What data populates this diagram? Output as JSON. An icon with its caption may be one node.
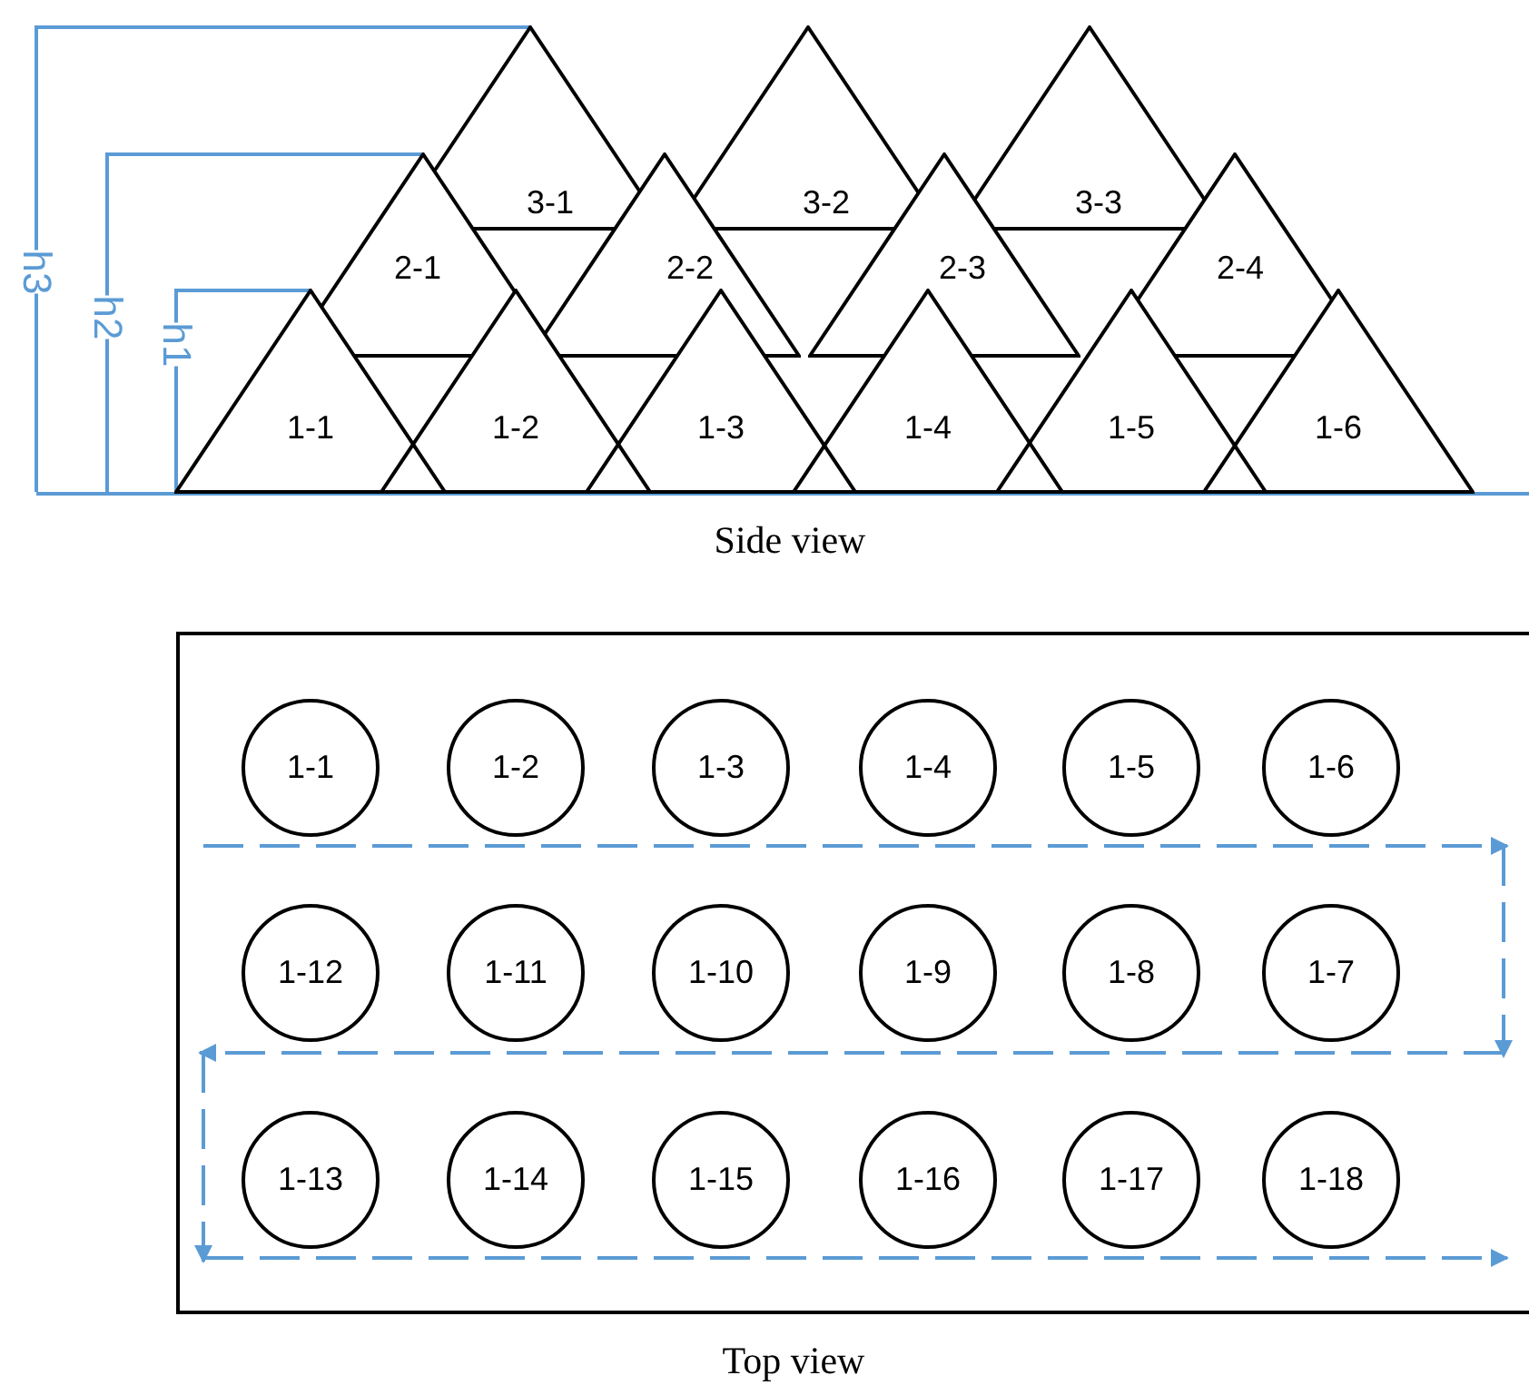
{
  "diagram": {
    "nodes": [
      {
        "text": [
          "3-1"
        ]
      },
      {
        "text": [
          "3-2"
        ]
      },
      {
        "text": [
          "3-3"
        ]
      },
      {
        "text": [
          "2-1"
        ]
      },
      {
        "text": [
          "2-2"
        ]
      },
      {
        "text": [
          "2-3"
        ]
      },
      {
        "text": [
          "2-4"
        ]
      },
      {
        "text": [
          "1-1"
        ]
      },
      {
        "text": [
          "1-2"
        ]
      },
      {
        "text": [
          "1-3"
        ]
      },
      {
        "text": [
          "1-4"
        ]
      },
      {
        "text": [
          "1-5"
        ]
      },
      {
        "text": [
          "1-6"
        ]
      },
      {
        "text": [],
        "shape": "box"
      },
      {
        "text": [
          "1-1"
        ],
        "in": 13
      },
      {
        "text": [
          "1-2"
        ],
        "in": 13
      },
      {
        "text": [
          "1-3"
        ],
        "in": 13
      },
      {
        "text": [
          "1-4"
        ],
        "in": 13
      },
      {
        "text": [
          "1-5"
        ],
        "in": 13
      },
      {
        "text": [
          "1-6"
        ],
        "in": 13
      },
      {
        "text": [
          "1-12"
        ],
        "in": 13
      },
      {
        "text": [
          "1-11"
        ],
        "in": 13
      },
      {
        "text": [
          "1-10"
        ],
        "in": 13
      },
      {
        "text": [
          "1-9"
        ],
        "in": 13
      },
      {
        "text": [
          "1-8"
        ],
        "in": 13
      },
      {
        "text": [
          "1-7"
        ],
        "in": 13
      },
      {
        "text": [
          "1-13"
        ],
        "in": 13
      },
      {
        "text": [
          "1-14"
        ],
        "in": 13
      },
      {
        "text": [
          "1-15"
        ],
        "in": 13
      },
      {
        "text": [
          "1-16"
        ],
        "in": 13
      },
      {
        "text": [
          "1-17"
        ],
        "in": 13
      },
      {
        "text": [
          "1-18"
        ],
        "in": 13
      }
    ],
    "labels": [
      "h3",
      "h2",
      "h1",
      "Side view",
      "Top view"
    ]
  }
}
